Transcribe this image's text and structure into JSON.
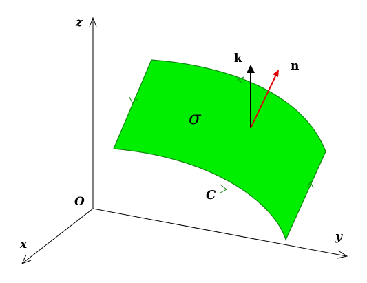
{
  "labels": {
    "z_axis": "z",
    "y_axis": "y",
    "x_axis": "x",
    "origin": "O",
    "k_vector": "k",
    "n_vector": "n",
    "surface": "σ",
    "boundary_curve": "C"
  },
  "colors": {
    "surface_fill": "#00ee00",
    "surface_edge": "#118811",
    "axes": "#000000",
    "k_vector": "#000000",
    "n_vector": "#dd0000"
  }
}
